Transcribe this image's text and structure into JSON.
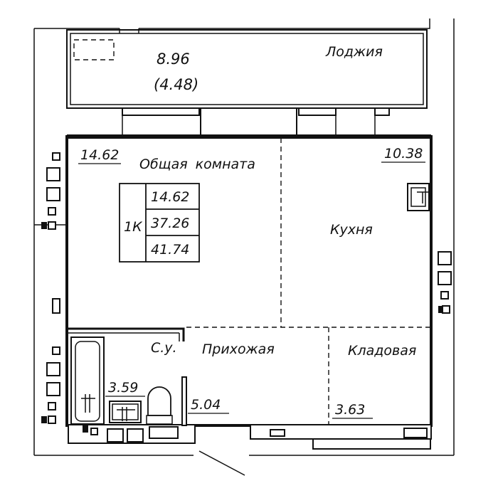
{
  "loggia": {
    "area": "8.96",
    "area_reduced": "(4.48)",
    "label": "Лоджия"
  },
  "living_room": {
    "area": "14.62",
    "label": "Общая комната"
  },
  "kitchen": {
    "area": "10.38",
    "label": "Кухня"
  },
  "bathroom": {
    "area": "3.59",
    "label": "С.у."
  },
  "hallway": {
    "area": "5.04",
    "label": "Прихожая"
  },
  "storage": {
    "area": "3.63",
    "label": "Кладовая"
  },
  "summary": {
    "type": "1К",
    "living_area": "14.62",
    "total_area": "37.26",
    "area_with_loggia": "41.74"
  }
}
